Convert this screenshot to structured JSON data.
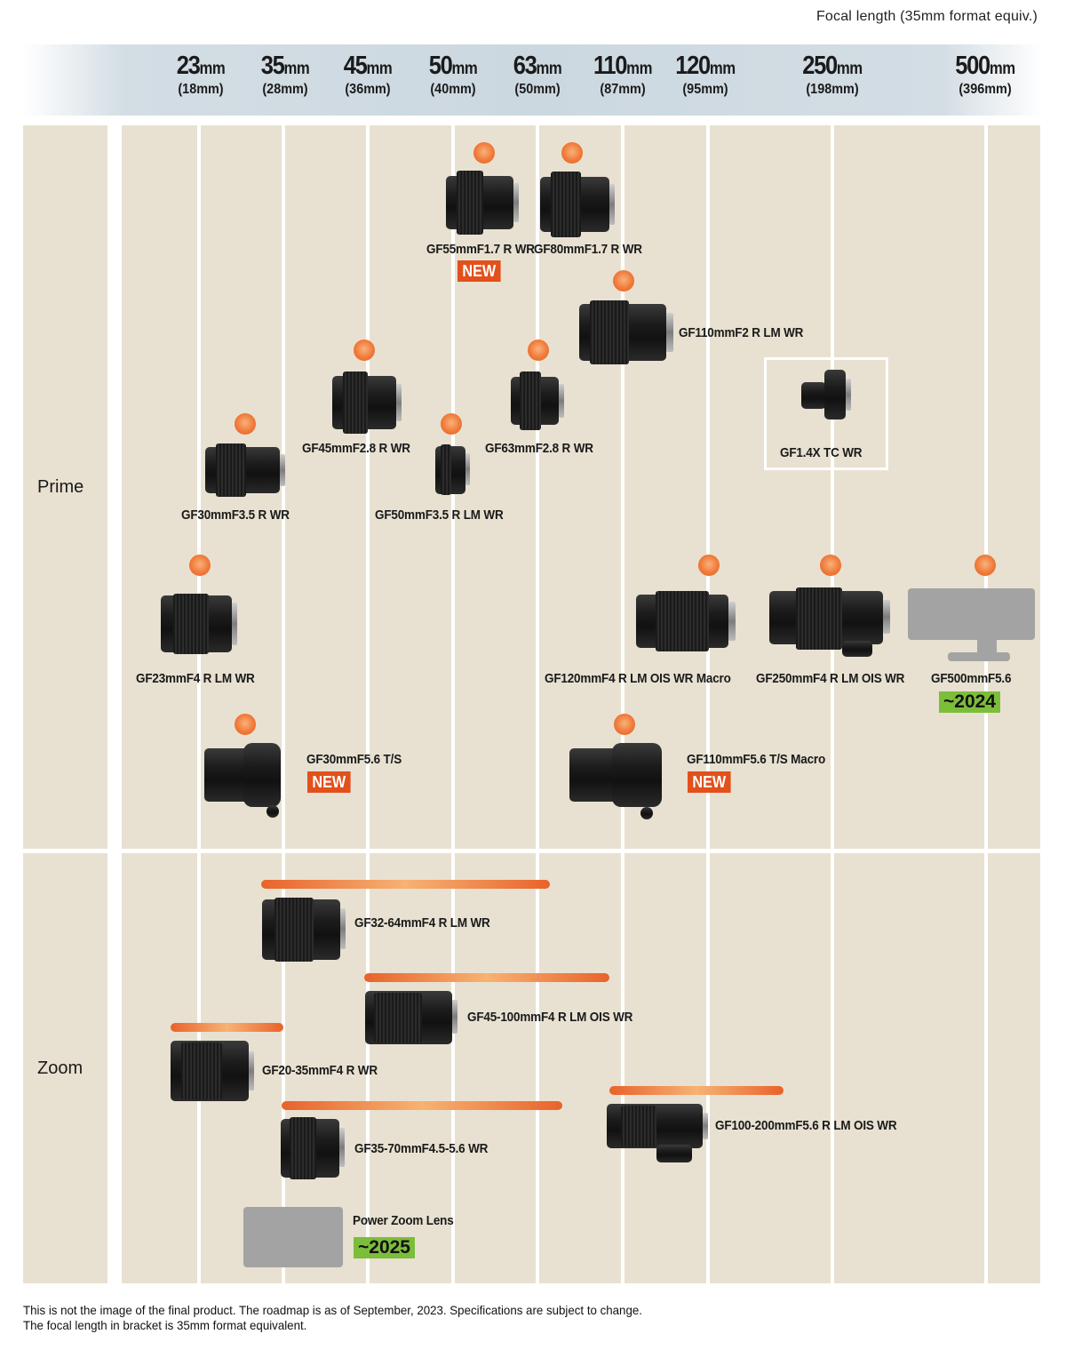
{
  "axis_caption": "Focal length (35mm format equiv.)",
  "focal_lengths": [
    {
      "value": "23",
      "unit": "mm",
      "equiv": "(18mm)"
    },
    {
      "value": "35",
      "unit": "mm",
      "equiv": "(28mm)"
    },
    {
      "value": "45",
      "unit": "mm",
      "equiv": "(36mm)"
    },
    {
      "value": "50",
      "unit": "mm",
      "equiv": "(40mm)"
    },
    {
      "value": "63",
      "unit": "mm",
      "equiv": "(50mm)"
    },
    {
      "value": "110",
      "unit": "mm",
      "equiv": "(87mm)"
    },
    {
      "value": "120",
      "unit": "mm",
      "equiv": "(95mm)"
    },
    {
      "value": "250",
      "unit": "mm",
      "equiv": "(198mm)"
    },
    {
      "value": "500",
      "unit": "mm",
      "equiv": "(396mm)"
    }
  ],
  "rows": {
    "prime": {
      "label": "Prime"
    },
    "zoom": {
      "label": "Zoom"
    }
  },
  "prime_lenses": [
    {
      "name": "GF55mmF1.7 R WR",
      "focal": "55",
      "badge": "NEW"
    },
    {
      "name": "GF80mmF1.7 R WR",
      "focal": "80"
    },
    {
      "name": "GF110mmF2 R LM WR",
      "focal": "110"
    },
    {
      "name": "GF45mmF2.8 R WR",
      "focal": "45"
    },
    {
      "name": "GF63mmF2.8 R WR",
      "focal": "63"
    },
    {
      "name": "GF1.4X TC WR",
      "type": "teleconverter"
    },
    {
      "name": "GF30mmF3.5 R WR",
      "focal": "30"
    },
    {
      "name": "GF50mmF3.5 R  LM WR",
      "focal": "50"
    },
    {
      "name": "GF23mmF4 R LM WR",
      "focal": "23"
    },
    {
      "name": "GF120mmF4 R LM OIS WR Macro",
      "focal": "120"
    },
    {
      "name": "GF250mmF4 R LM OIS WR",
      "focal": "250"
    },
    {
      "name": "GF500mmF5.6",
      "focal": "500",
      "badge": "~2024",
      "status": "upcoming"
    },
    {
      "name": "GF30mmF5.6 T/S",
      "focal": "30",
      "badge": "NEW"
    },
    {
      "name": "GF110mmF5.6 T/S Macro",
      "focal": "110",
      "badge": "NEW"
    }
  ],
  "zoom_lenses": [
    {
      "name": "GF32-64mmF4 R LM WR",
      "range": [
        "32",
        "64"
      ]
    },
    {
      "name": "GF45-100mmF4 R LM OIS WR",
      "range": [
        "45",
        "100"
      ]
    },
    {
      "name": "GF20-35mmF4 R WR",
      "range": [
        "20",
        "35"
      ]
    },
    {
      "name": "GF35-70mmF4.5-5.6 WR",
      "range": [
        "35",
        "70"
      ]
    },
    {
      "name": "GF100-200mmF5.6 R LM OIS WR",
      "range": [
        "100",
        "200"
      ]
    },
    {
      "name": "Power Zoom Lens",
      "badge": "~2025",
      "status": "upcoming"
    }
  ],
  "footnote": {
    "line1": "This is not the image of the final product. The roadmap is as of September, 2023. Specifications are subject to change.",
    "line2": "The focal length in bracket is 35mm format equivalent."
  },
  "colors": {
    "background_panel": "#e8e1d1",
    "header_band": "#ccd8e0",
    "marker_orange": "#f07a3a",
    "new_badge": "#e2501c",
    "year_badge": "#7cbd3a",
    "placeholder_gray": "#a3a3a3"
  }
}
